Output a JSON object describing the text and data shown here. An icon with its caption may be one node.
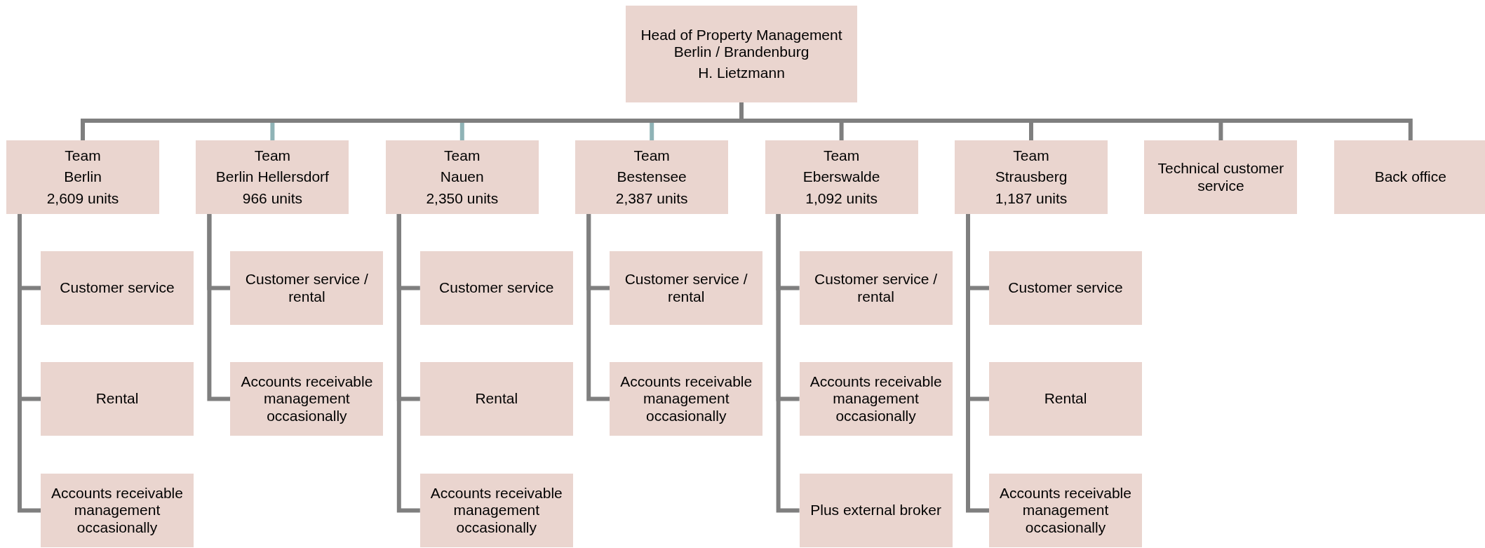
{
  "diagram": {
    "nodes": [
      {
        "text": [
          "Head of Property Management Berlin / Brandenburg",
          "H. Lietzmann"
        ]
      },
      {
        "text": [
          "Team",
          "Berlin",
          "2,609 units"
        ]
      },
      {
        "text": [
          "Team",
          "Berlin Hellersdorf",
          "966 units"
        ]
      },
      {
        "text": [
          "Team",
          "Nauen",
          "2,350 units"
        ]
      },
      {
        "text": [
          "Team",
          "Bestensee",
          "2,387 units"
        ]
      },
      {
        "text": [
          "Team",
          "Eberswalde",
          "1,092 units"
        ]
      },
      {
        "text": [
          "Team",
          "Strausberg",
          "1,187 units"
        ]
      },
      {
        "text": [
          "Technical customer service"
        ]
      },
      {
        "text": [
          "Back office"
        ]
      },
      {
        "text": [
          "Customer service"
        ]
      },
      {
        "text": [
          "Rental"
        ]
      },
      {
        "text": [
          "Accounts receivable management occasionally"
        ]
      },
      {
        "text": [
          "Customer service / rental"
        ]
      },
      {
        "text": [
          "Accounts receivable management occasionally"
        ]
      },
      {
        "text": [
          "Customer service"
        ]
      },
      {
        "text": [
          "Rental"
        ]
      },
      {
        "text": [
          "Accounts receivable management occasionally"
        ]
      },
      {
        "text": [
          "Customer service / rental"
        ]
      },
      {
        "text": [
          "Accounts receivable management occasionally"
        ]
      },
      {
        "text": [
          "Customer service / rental"
        ]
      },
      {
        "text": [
          "Accounts receivable management occasionally"
        ]
      },
      {
        "text": [
          "Plus external broker"
        ]
      },
      {
        "text": [
          "Customer service"
        ]
      },
      {
        "text": [
          "Rental"
        ]
      },
      {
        "text": [
          "Accounts receivable management occasionally"
        ]
      }
    ],
    "edges": [
      {
        "from": 0,
        "to": 1,
        "arrow": "none"
      },
      {
        "from": 0,
        "to": 2,
        "arrow": "none",
        "color": "#8fb3b6"
      },
      {
        "from": 0,
        "to": 3,
        "arrow": "none",
        "color": "#8fb3b6"
      },
      {
        "from": 0,
        "to": 4,
        "arrow": "none",
        "color": "#8fb3b6"
      },
      {
        "from": 0,
        "to": 5,
        "arrow": "none"
      },
      {
        "from": 0,
        "to": 6,
        "arrow": "none"
      },
      {
        "from": 0,
        "to": 7,
        "arrow": "none"
      },
      {
        "from": 0,
        "to": 8,
        "arrow": "none"
      },
      {
        "from": 1,
        "to": 9,
        "arrow": "none"
      },
      {
        "from": 1,
        "to": 10,
        "arrow": "none"
      },
      {
        "from": 1,
        "to": 11,
        "arrow": "none"
      },
      {
        "from": 2,
        "to": 12,
        "arrow": "none"
      },
      {
        "from": 2,
        "to": 13,
        "arrow": "none"
      },
      {
        "from": 3,
        "to": 14,
        "arrow": "none"
      },
      {
        "from": 3,
        "to": 15,
        "arrow": "none"
      },
      {
        "from": 3,
        "to": 16,
        "arrow": "none"
      },
      {
        "from": 4,
        "to": 17,
        "arrow": "none"
      },
      {
        "from": 4,
        "to": 18,
        "arrow": "none"
      },
      {
        "from": 5,
        "to": 19,
        "arrow": "none"
      },
      {
        "from": 5,
        "to": 20,
        "arrow": "none"
      },
      {
        "from": 5,
        "to": 21,
        "arrow": "none"
      },
      {
        "from": 6,
        "to": 22,
        "arrow": "none"
      },
      {
        "from": 6,
        "to": 23,
        "arrow": "none"
      },
      {
        "from": 6,
        "to": 24,
        "arrow": "none"
      }
    ]
  }
}
